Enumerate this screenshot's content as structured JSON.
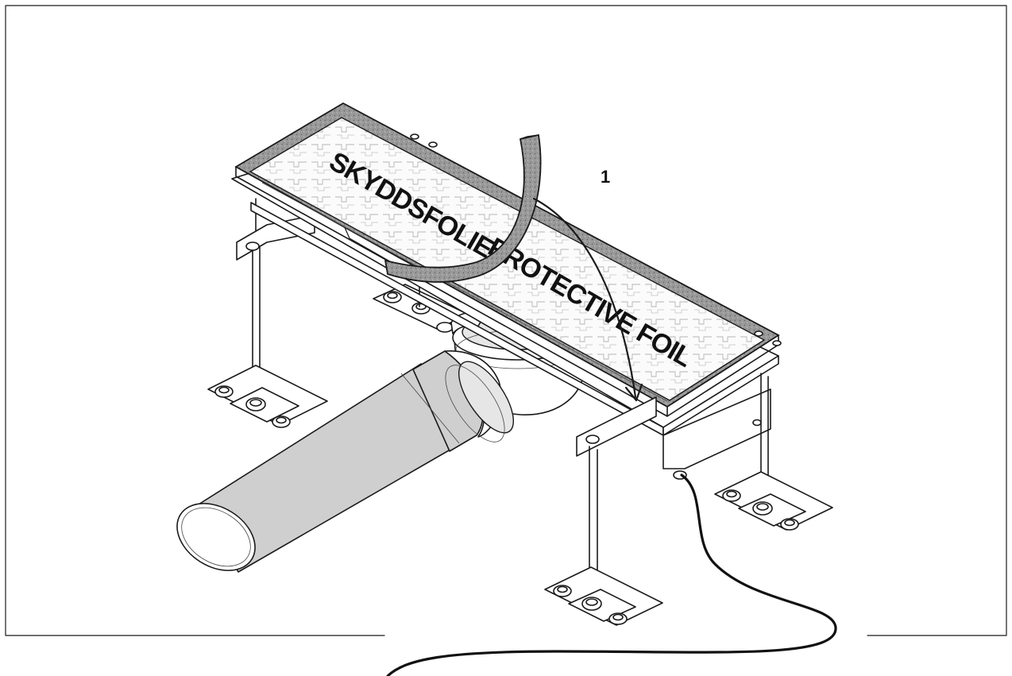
{
  "diagram": {
    "callout_number": "1",
    "foil_label_left": "SKYDDSFOLIE /",
    "foil_label_right": "PROTECTIVE FOIL",
    "colors": {
      "line": "#1a1a1a",
      "pipe_fill": "#cfcfcf",
      "frame_fill": "#a8a8a8",
      "background": "#ffffff"
    }
  }
}
